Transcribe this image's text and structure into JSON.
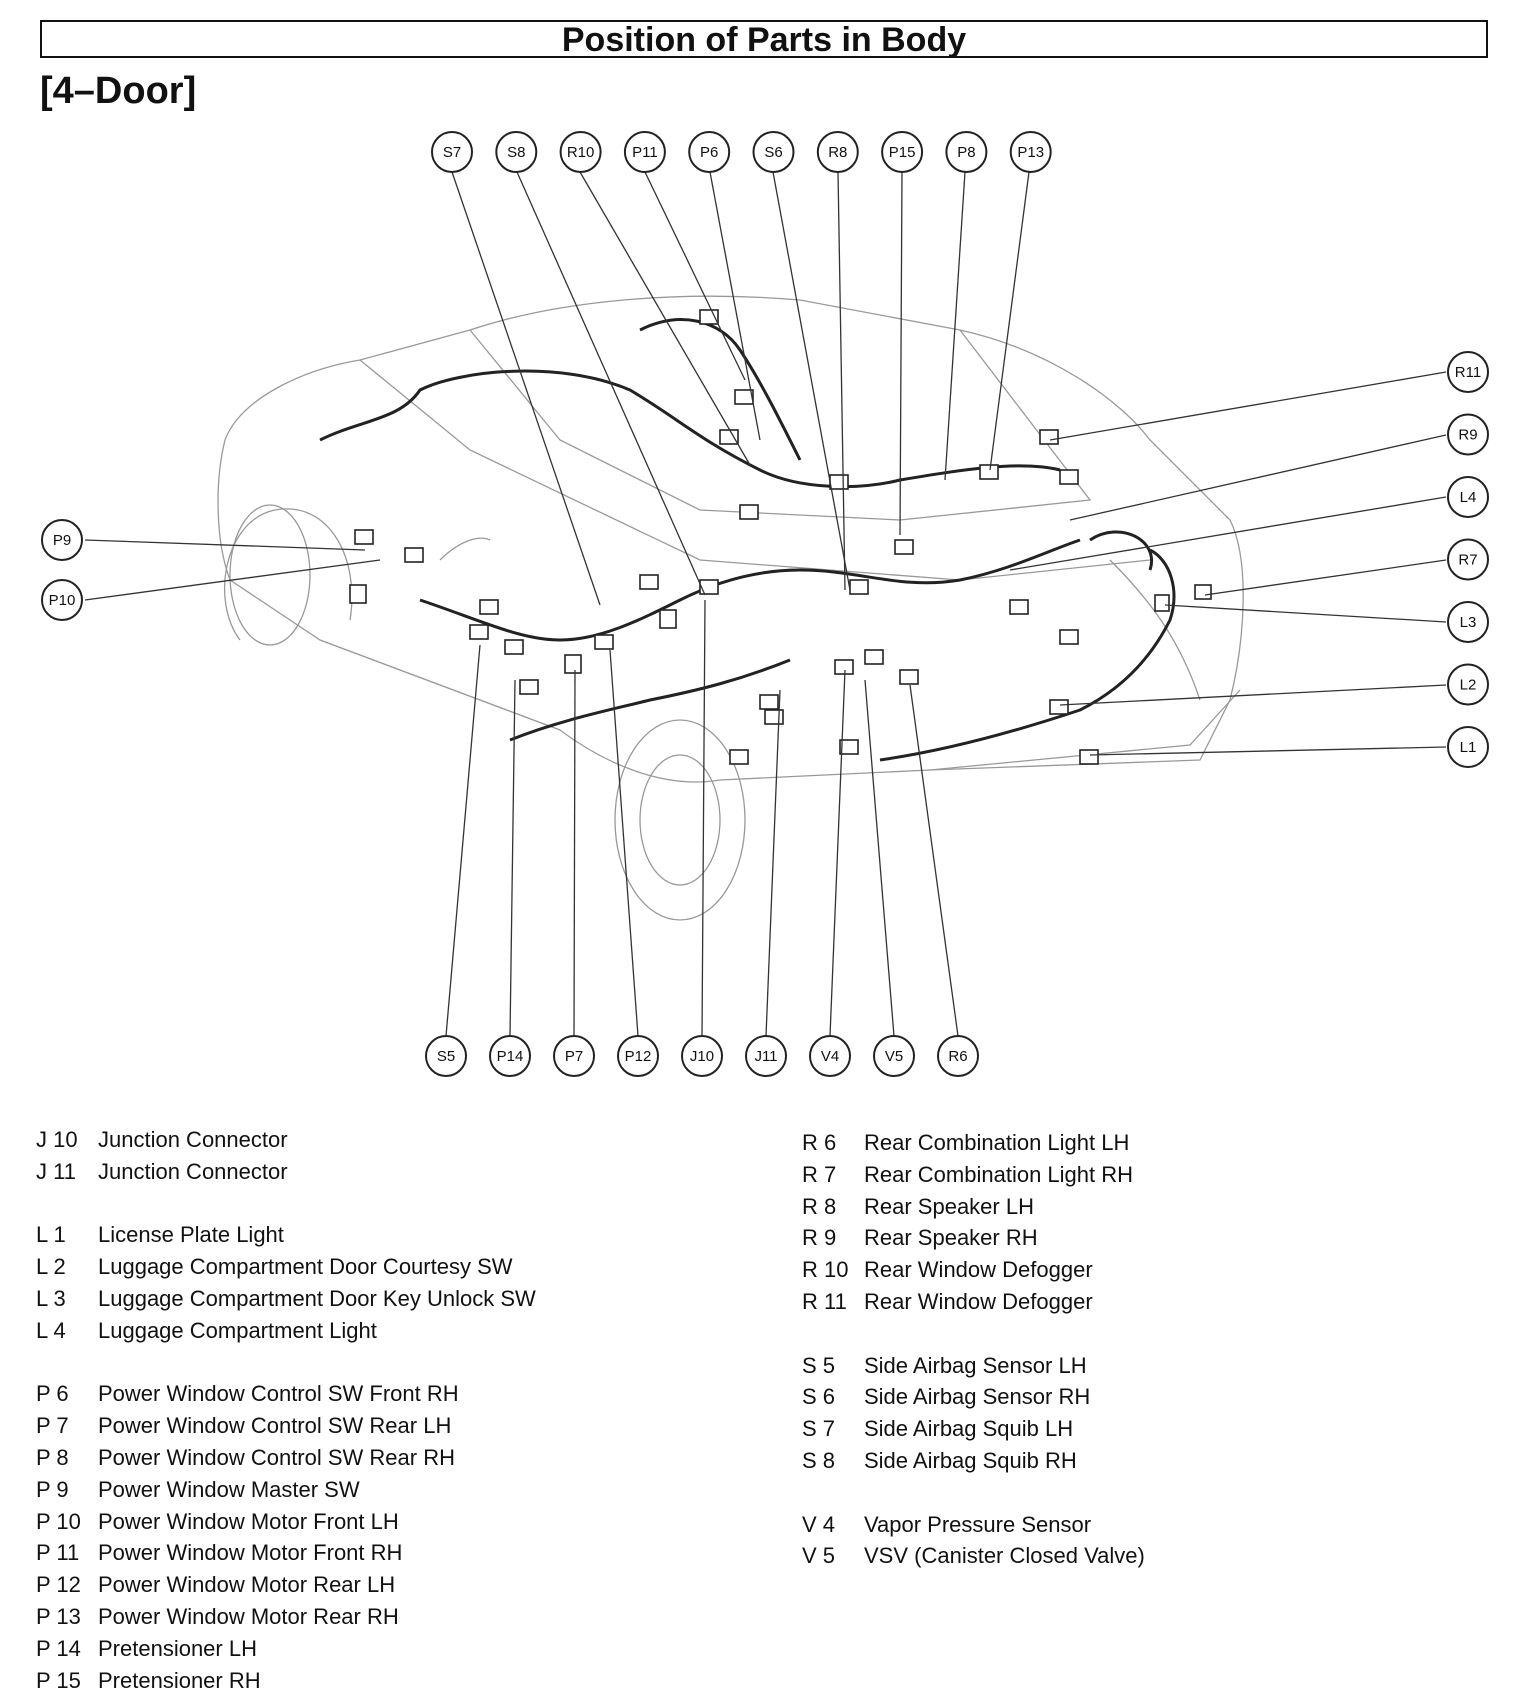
{
  "title": "Position of Parts in Body",
  "subtitle": "[4–Door]",
  "callouts": {
    "top": [
      "S7",
      "S8",
      "R10",
      "P11",
      "P6",
      "S6",
      "R8",
      "P15",
      "P8",
      "P13"
    ],
    "bottom": [
      "S5",
      "P14",
      "P7",
      "P12",
      "J10",
      "J11",
      "V4",
      "V5",
      "R6"
    ],
    "left": [
      "P9",
      "P10"
    ],
    "right": [
      "R11",
      "R9",
      "L4",
      "R7",
      "L3",
      "L2",
      "L1"
    ]
  },
  "legend_left": [
    {
      "code": "J 10",
      "name": "Junction Connector"
    },
    {
      "code": "J 11",
      "name": "Junction Connector"
    },
    null,
    {
      "code": "L  1",
      "name": "License Plate Light"
    },
    {
      "code": "L  2",
      "name": "Luggage Compartment Door Courtesy SW"
    },
    {
      "code": "L  3",
      "name": "Luggage Compartment Door Key Unlock SW"
    },
    {
      "code": "L  4",
      "name": "Luggage Compartment Light"
    },
    null,
    {
      "code": "P  6",
      "name": "Power Window Control SW Front RH"
    },
    {
      "code": "P  7",
      "name": "Power Window Control SW Rear LH"
    },
    {
      "code": "P  8",
      "name": "Power Window Control SW Rear RH"
    },
    {
      "code": "P  9",
      "name": "Power Window Master SW"
    },
    {
      "code": "P 10",
      "name": "Power Window Motor Front LH"
    },
    {
      "code": "P 11",
      "name": "Power Window Motor Front RH"
    },
    {
      "code": "P 12",
      "name": "Power Window Motor Rear LH"
    },
    {
      "code": "P 13",
      "name": "Power Window Motor Rear RH"
    },
    {
      "code": "P 14",
      "name": "Pretensioner LH"
    },
    {
      "code": "P 15",
      "name": "Pretensioner RH"
    }
  ],
  "legend_right": [
    {
      "code": "R  6",
      "name": "Rear Combination Light LH"
    },
    {
      "code": "R  7",
      "name": "Rear Combination Light RH"
    },
    {
      "code": "R  8",
      "name": "Rear Speaker LH"
    },
    {
      "code": "R  9",
      "name": "Rear Speaker RH"
    },
    {
      "code": "R 10",
      "name": "Rear Window Defogger"
    },
    {
      "code": "R 11",
      "name": "Rear Window Defogger"
    },
    null,
    {
      "code": "S  5",
      "name": "Side Airbag Sensor LH"
    },
    {
      "code": "S  6",
      "name": "Side Airbag Sensor RH"
    },
    {
      "code": "S  7",
      "name": "Side Airbag Squib LH"
    },
    {
      "code": "S  8",
      "name": "Side Airbag Squib RH"
    },
    null,
    {
      "code": "V  4",
      "name": "Vapor Pressure Sensor"
    },
    {
      "code": "V  5",
      "name": "VSV (Canister Closed Valve)"
    }
  ]
}
